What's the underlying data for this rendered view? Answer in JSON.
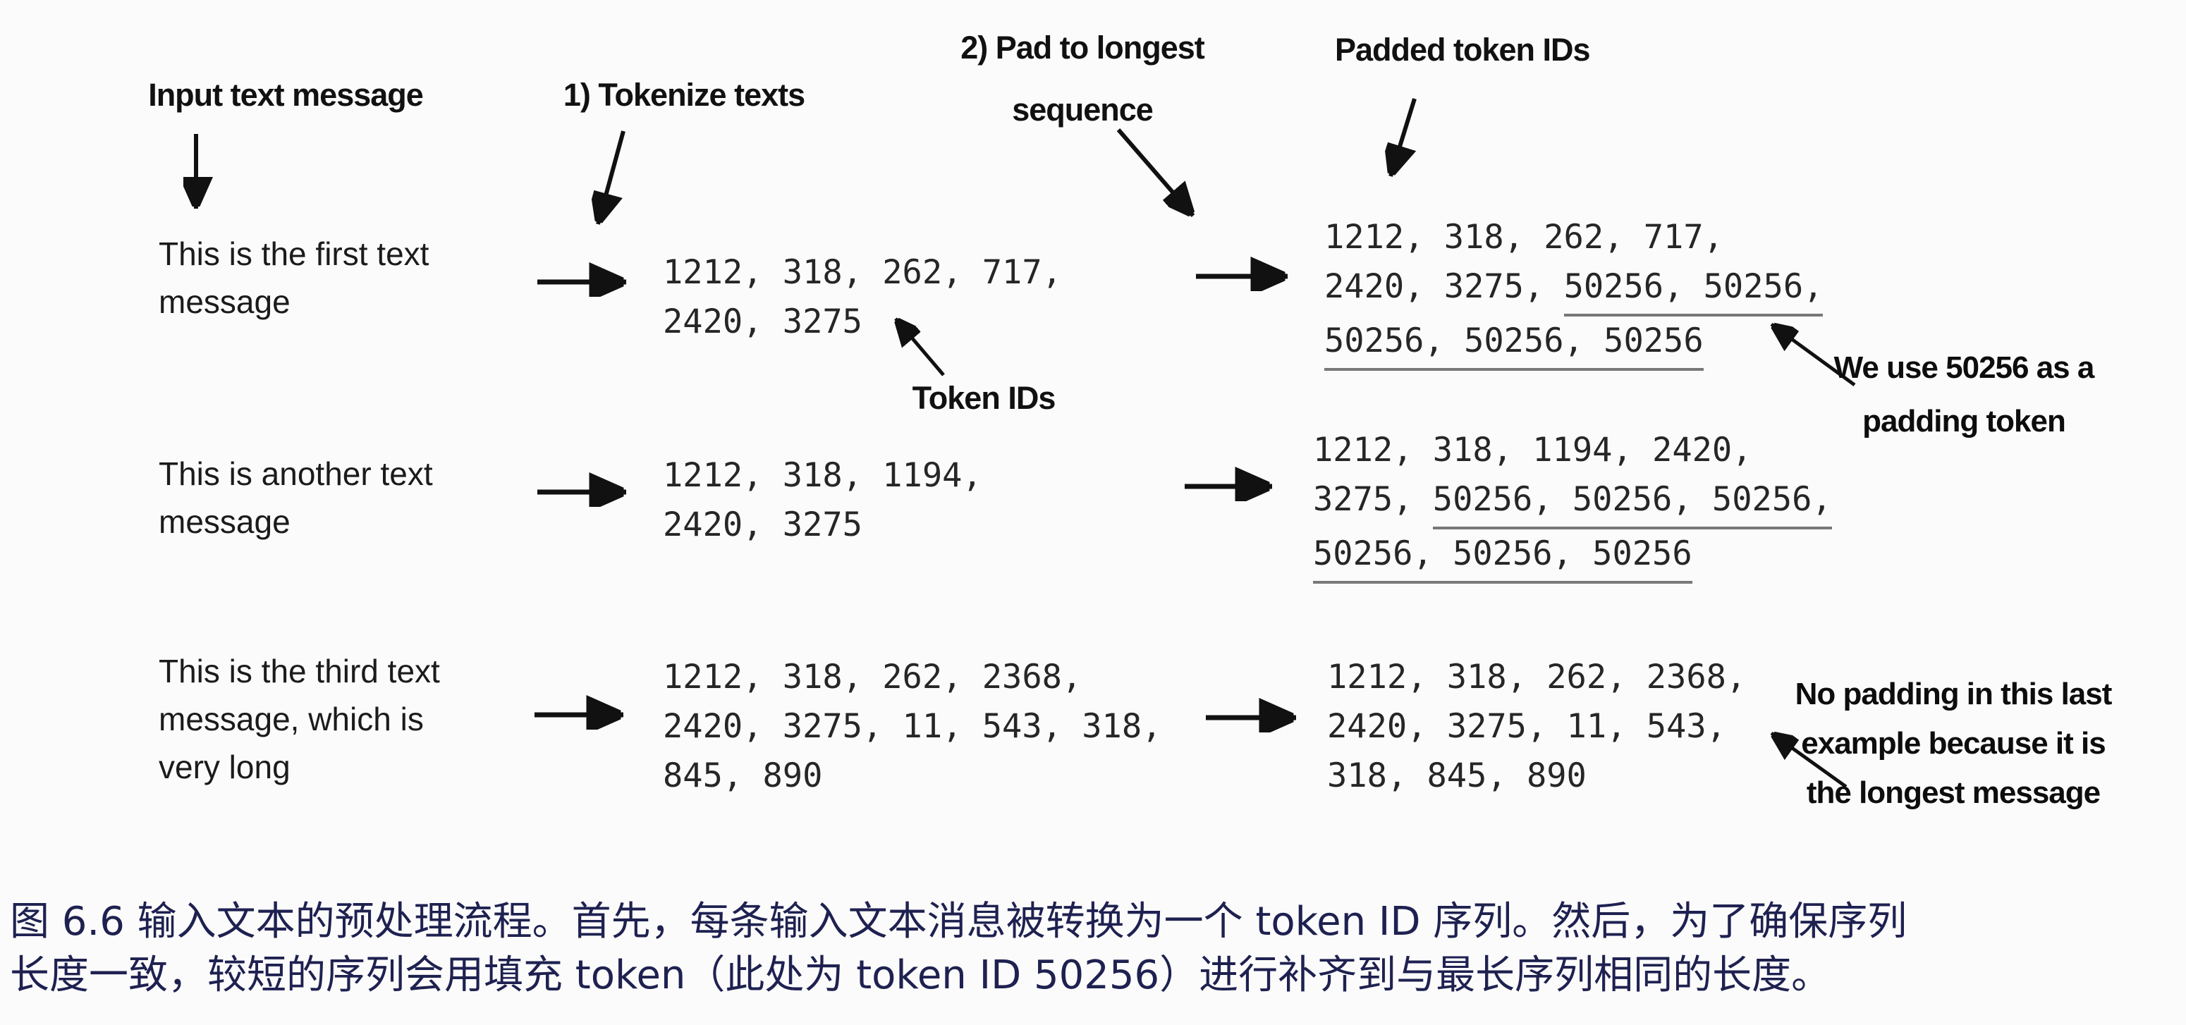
{
  "figure": {
    "headers": {
      "input": "Input text message",
      "step1": "1) Tokenize texts",
      "step2": [
        "2) Pad to longest",
        "sequence"
      ],
      "padded": "Padded token IDs"
    },
    "token_ids_label": "Token IDs",
    "padding_note": [
      "We use 50256 as a",
      "padding token"
    ],
    "no_padding_note": [
      "No padding in this last",
      "example because it is",
      "the longest message"
    ],
    "rows": [
      {
        "input_lines": [
          "This is the first text",
          "message"
        ],
        "token_lines": [
          "1212, 318, 262, 717,",
          "2420, 3275"
        ],
        "padded_lines": [
          {
            "plain": "1212, 318, 262, 717,",
            "padded": ""
          },
          {
            "plain": "2420, 3275, ",
            "padded": "50256, 50256,"
          },
          {
            "plain": "",
            "padded": "50256, 50256, 50256"
          }
        ]
      },
      {
        "input_lines": [
          "This is another text",
          "message"
        ],
        "token_lines": [
          "1212, 318, 1194,",
          "2420, 3275"
        ],
        "padded_lines": [
          {
            "plain": "1212, 318, 1194, 2420,",
            "padded": ""
          },
          {
            "plain": "3275, ",
            "padded": "50256, 50256, 50256,"
          },
          {
            "plain": "",
            "padded": "50256, 50256, 50256"
          }
        ]
      },
      {
        "input_lines": [
          "This is the third text",
          "message, which is",
          "very long"
        ],
        "token_lines": [
          "1212, 318, 262, 2368,",
          "2420, 3275, 11, 543, 318,",
          "845, 890"
        ],
        "padded_lines": [
          {
            "plain": "1212, 318, 262, 2368,",
            "padded": ""
          },
          {
            "plain": "2420, 3275, 11, 543,",
            "padded": ""
          },
          {
            "plain": "318, 845, 890",
            "padded": ""
          }
        ]
      }
    ]
  },
  "caption": {
    "lines": [
      "图 6.6 输入文本的预处理流程。首先，每条输入文本消息被转换为一个 token ID 序列。然后，为了确保序列",
      "长度一致，较短的序列会用填充 token（此处为 token ID 50256）进行补齐到与最长序列相同的长度。"
    ]
  },
  "colors": {
    "caption_text": "#1e2150",
    "diagram_text": "#1b1b1b",
    "underline": "#787878"
  }
}
